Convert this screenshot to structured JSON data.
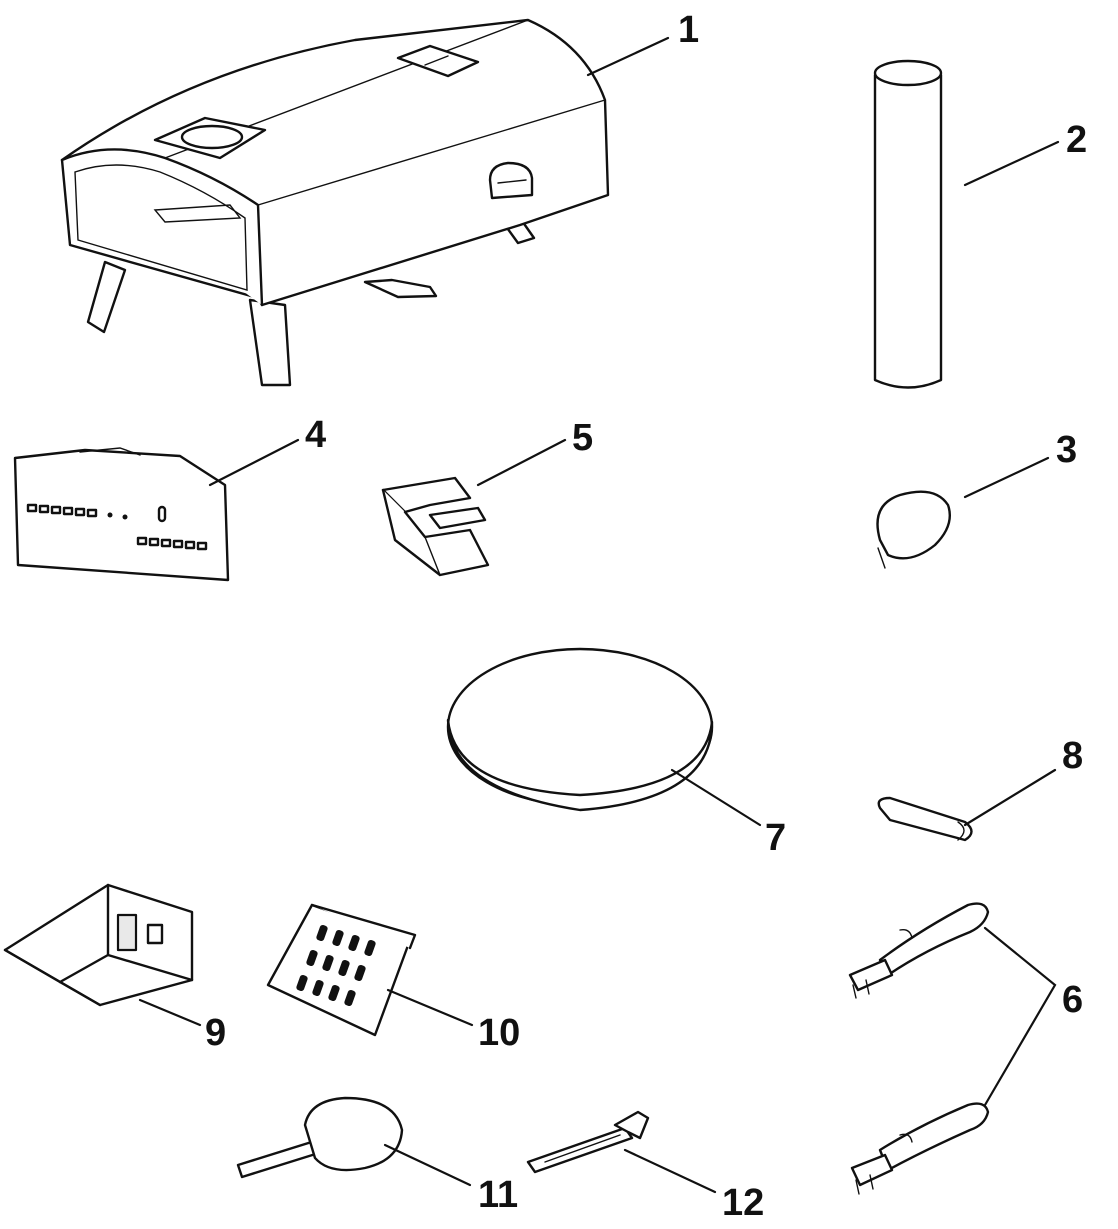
{
  "diagram": {
    "callouts": [
      {
        "id": "1",
        "label": "1"
      },
      {
        "id": "2",
        "label": "2"
      },
      {
        "id": "3",
        "label": "3"
      },
      {
        "id": "4",
        "label": "4"
      },
      {
        "id": "5",
        "label": "5"
      },
      {
        "id": "6",
        "label": "6"
      },
      {
        "id": "7",
        "label": "7"
      },
      {
        "id": "8",
        "label": "8"
      },
      {
        "id": "9",
        "label": "9"
      },
      {
        "id": "10",
        "label": "10"
      },
      {
        "id": "11",
        "label": "11"
      },
      {
        "id": "12",
        "label": "12"
      }
    ],
    "colors": {
      "line": "#111111",
      "background": "#ffffff"
    }
  }
}
